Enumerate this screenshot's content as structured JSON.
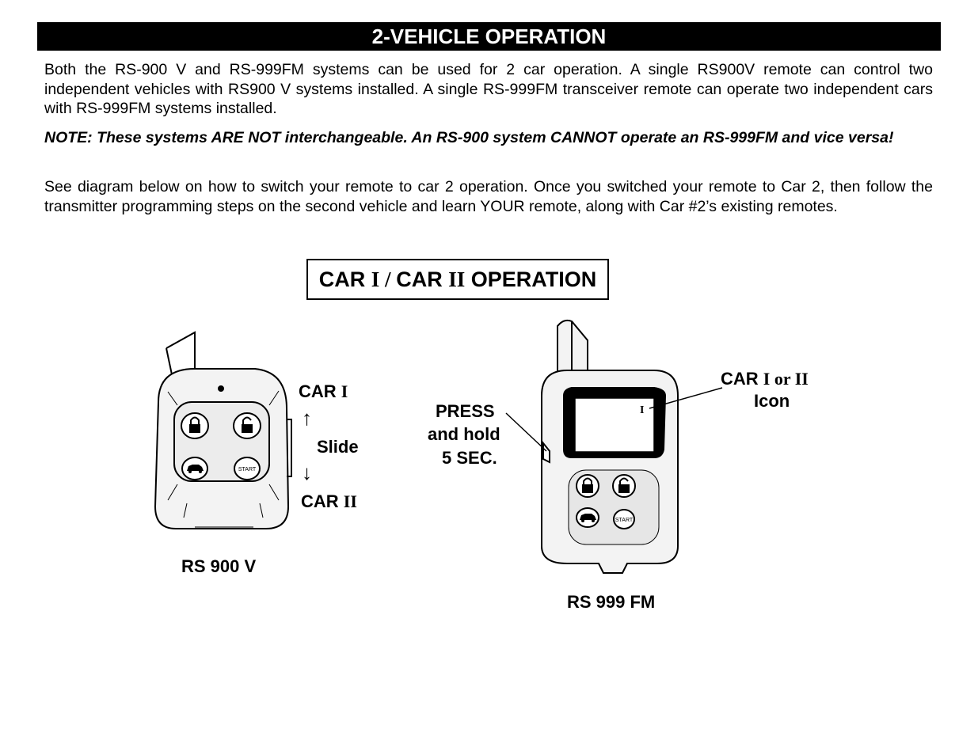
{
  "header": {
    "title": "2-VEHICLE OPERATION"
  },
  "body": {
    "paragraph1": "Both the RS-900 V and RS-999FM systems can be used for 2 car operation.  A single RS900V remote can control two independent vehicles with RS900 V systems installed.  A single RS-999FM transceiver remote can operate two independent cars with RS-999FM systems installed.",
    "note": "NOTE: These systems ARE NOT interchangeable.  An RS-900 system CANNOT operate an RS-999FM and vice versa!",
    "paragraph2": "See diagram below on how to switch your remote to car 2 operation.  Once you switched your remote to Car 2, then follow the transmitter programming steps on the second vehicle and learn YOUR remote, along with Car #2’s existing remotes."
  },
  "diagram": {
    "title_car": "CAR ",
    "title_i": "I",
    "title_slash": " / ",
    "title_car2": "CAR ",
    "title_ii": "II",
    "title_op": " OPERATION",
    "rs900": {
      "car1_prefix": "CAR ",
      "car1_num": "I",
      "slide": "Slide",
      "car2_prefix": "CAR ",
      "car2_num": "II",
      "model": "RS 900 V",
      "start_label": "START",
      "arrow_up": "↑",
      "arrow_down": "↓"
    },
    "rs999": {
      "press_line1": "PRESS",
      "press_line2": "and hold",
      "press_line3": "5 SEC.",
      "icon_prefix": "CAR ",
      "icon_num": "I or II",
      "icon_word": "Icon",
      "display_indicator": "I",
      "model": "RS 999 FM",
      "start_label": "START"
    }
  }
}
